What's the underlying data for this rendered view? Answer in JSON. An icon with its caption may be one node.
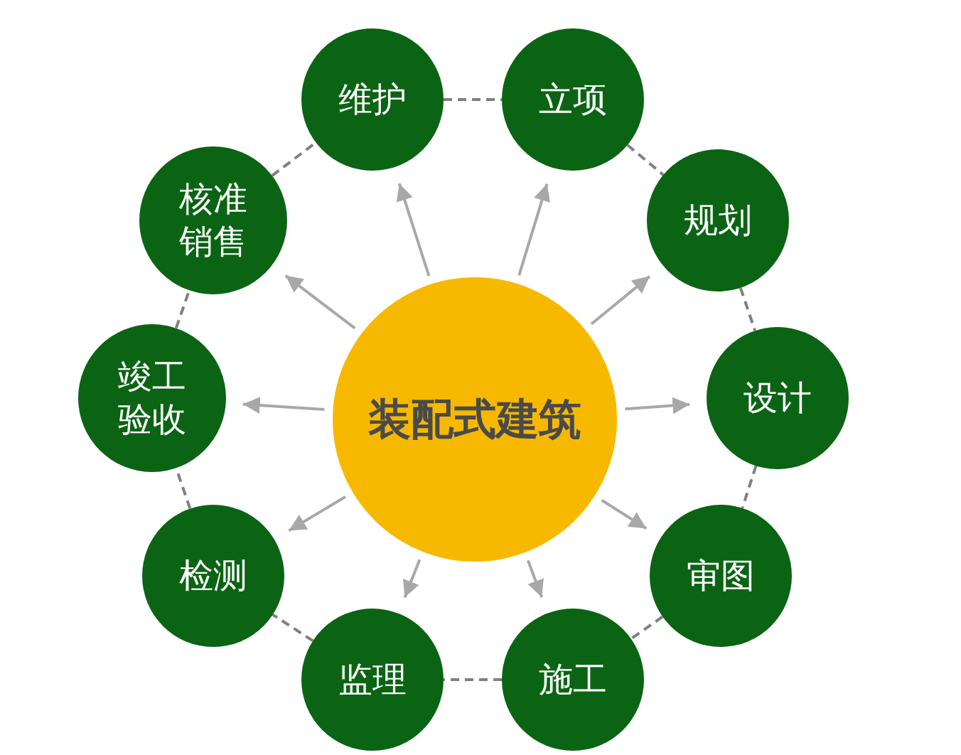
{
  "diagram": {
    "nodes": [
      {
        "text": [
          "装配式建筑"
        ]
      },
      {
        "text": [
          "立项"
        ]
      },
      {
        "text": [
          "规划"
        ]
      },
      {
        "text": [
          "设计"
        ]
      },
      {
        "text": [
          "审图"
        ]
      },
      {
        "text": [
          "施工"
        ]
      },
      {
        "text": [
          "监理"
        ]
      },
      {
        "text": [
          "检测"
        ]
      },
      {
        "text": [
          "竣工验收"
        ]
      },
      {
        "text": [
          "核准销售"
        ]
      },
      {
        "text": [
          "维护"
        ]
      }
    ],
    "edges": [
      {
        "from": 0,
        "to": 1,
        "arrow": "to"
      },
      {
        "from": 0,
        "to": 2,
        "arrow": "to"
      },
      {
        "from": 0,
        "to": 3,
        "arrow": "to"
      },
      {
        "from": 0,
        "to": 4,
        "arrow": "to"
      },
      {
        "from": 0,
        "to": 5,
        "arrow": "to"
      },
      {
        "from": 0,
        "to": 6,
        "arrow": "to"
      },
      {
        "from": 0,
        "to": 7,
        "arrow": "to"
      },
      {
        "from": 0,
        "to": 8,
        "arrow": "to"
      },
      {
        "from": 0,
        "to": 9,
        "arrow": "to"
      },
      {
        "from": 0,
        "to": 10,
        "arrow": "to"
      },
      {
        "from": 1,
        "to": 2,
        "arrow": "none",
        "style": "dashed"
      },
      {
        "from": 2,
        "to": 3,
        "arrow": "none",
        "style": "dashed"
      },
      {
        "from": 3,
        "to": 4,
        "arrow": "none",
        "style": "dashed"
      },
      {
        "from": 4,
        "to": 5,
        "arrow": "none",
        "style": "dashed"
      },
      {
        "from": 5,
        "to": 6,
        "arrow": "none",
        "style": "dashed"
      },
      {
        "from": 6,
        "to": 7,
        "arrow": "none",
        "style": "dashed"
      },
      {
        "from": 7,
        "to": 8,
        "arrow": "none",
        "style": "dashed"
      },
      {
        "from": 8,
        "to": 9,
        "arrow": "none",
        "style": "dashed"
      },
      {
        "from": 9,
        "to": 10,
        "arrow": "none",
        "style": "dashed"
      },
      {
        "from": 10,
        "to": 1,
        "arrow": "none",
        "style": "dashed"
      }
    ]
  }
}
